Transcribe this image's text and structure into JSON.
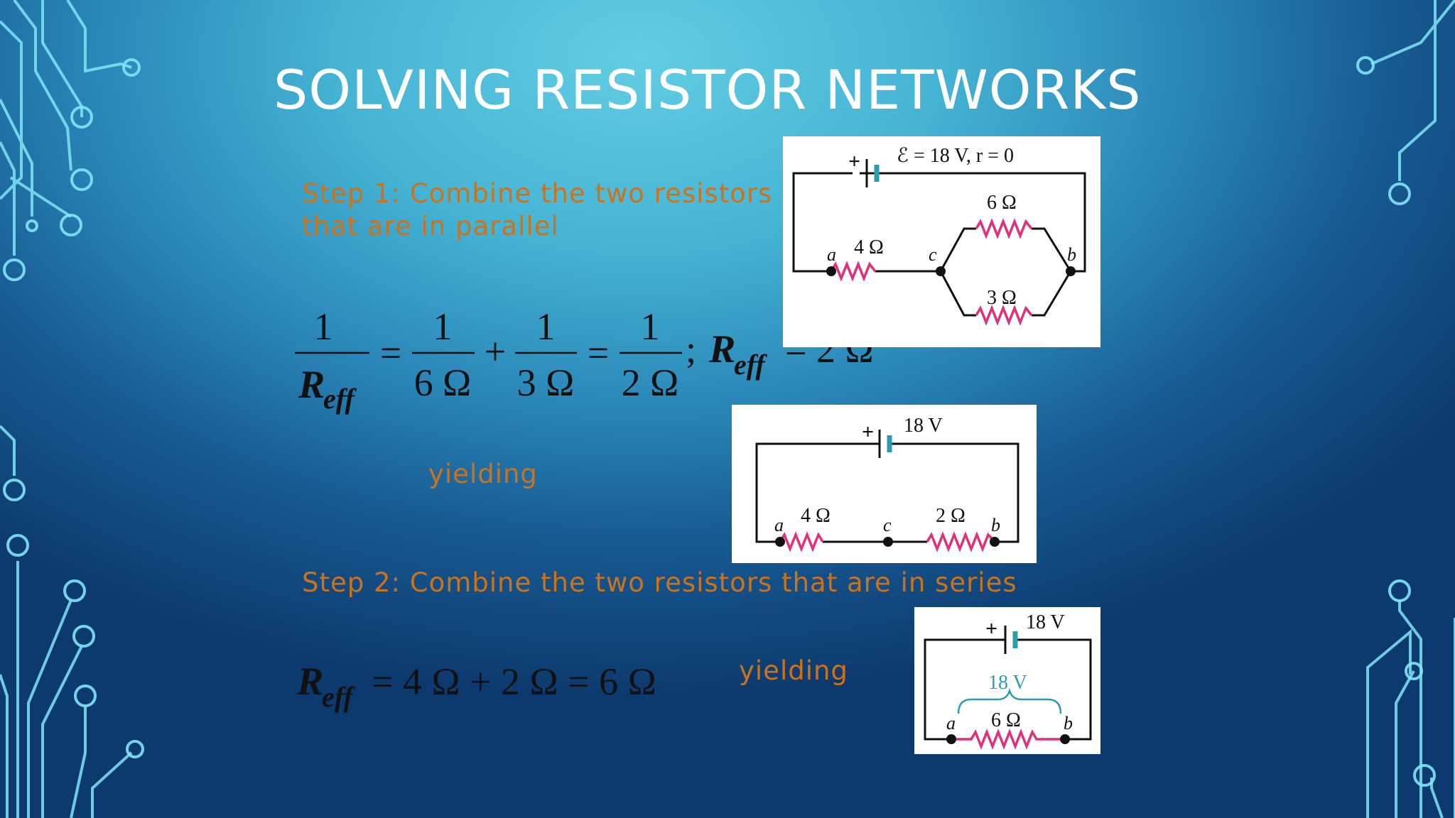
{
  "slide": {
    "title": "SOLVING RESISTOR NETWORKS",
    "step1_line1": "Step 1: Combine the two resistors",
    "step1_line2": "that are in parallel",
    "yielding_1": "yielding",
    "step2": "Step 2: Combine the two resistors that are in series",
    "yielding_2": "yielding"
  },
  "eq1": {
    "one": "1",
    "lhs_sym": "R",
    "lhs_sub": "eff",
    "eq": "=",
    "plus": "+",
    "d1": "6 Ω",
    "d2": "3 Ω",
    "d3": "2 Ω",
    "semi": ";",
    "res_sym": "R",
    "res_sub": "eff",
    "result": "= 2 Ω"
  },
  "eq2": {
    "sym": "R",
    "sub": "eff",
    "expr": "= 4 Ω + 2 Ω = 6 Ω"
  },
  "circuit1": {
    "emf": "ℰ = 18 V, r = 0",
    "plus": "+",
    "r_top": "6 Ω",
    "r_left": "4 Ω",
    "r_bottom": "3 Ω",
    "a": "a",
    "b": "b",
    "c": "c"
  },
  "circuit2": {
    "emf": "18 V",
    "plus": "+",
    "r1": "4 Ω",
    "r2": "2 Ω",
    "a": "a",
    "b": "b",
    "c": "c"
  },
  "circuit3": {
    "emf": "18 V",
    "plus": "+",
    "drop": "18 V",
    "r": "6 Ω",
    "a": "a",
    "b": "b"
  },
  "colors": {
    "resistor": "#e0307a",
    "battery": "#2a9db0",
    "text_orange": "#c9731f"
  }
}
